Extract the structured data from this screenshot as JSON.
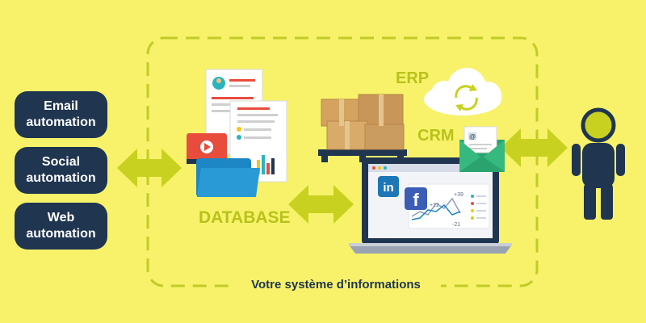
{
  "automations": [
    {
      "label": "Email\nautomation"
    },
    {
      "label": "Social\nautomation"
    },
    {
      "label": "Web\nautomation"
    }
  ],
  "labels": {
    "database": "DATABASE",
    "erp": "ERP",
    "crm": "CRM"
  },
  "caption": "Votre système d’informations",
  "chart_labels": {
    "a": "+12",
    "b": "+39",
    "c": "-21"
  },
  "icons": {
    "social_1": "in",
    "social_2": "f",
    "email_symbol": "@"
  },
  "colors": {
    "background": "#f7f26a",
    "navy": "#1f3550",
    "arrow_green": "#c8d11f",
    "label_green": "#b9c21c"
  }
}
